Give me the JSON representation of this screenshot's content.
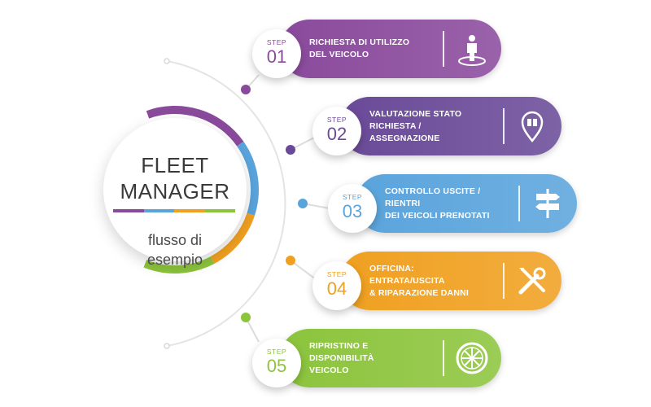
{
  "hub": {
    "title_line1": "FLEET",
    "title_line2": "MANAGER",
    "subtitle_line1": "flusso di",
    "subtitle_line2": "esempio"
  },
  "colors": {
    "purple": "#8a4a9c",
    "violet": "#6a4a98",
    "blue": "#5aa4dc",
    "orange": "#f0a020",
    "green": "#8cc43c"
  },
  "steps": [
    {
      "label": "STEP",
      "number": "01",
      "line1": "RICHIESTA DI UTILIZZO",
      "line2": "DEL VEICOLO",
      "icon": "person-icon",
      "color": "#8a4a9c"
    },
    {
      "label": "STEP",
      "number": "02",
      "line1": "VALUTAZIONE STATO",
      "line2": "RICHIESTA / ASSEGNAZIONE",
      "icon": "map-pin-icon",
      "color": "#6a4a98"
    },
    {
      "label": "STEP",
      "number": "03",
      "line1": "CONTROLLO USCITE / RIENTRI",
      "line2": "DEI VEICOLI PRENOTATI",
      "icon": "signpost-icon",
      "color": "#5aa4dc"
    },
    {
      "label": "STEP",
      "number": "04",
      "line1": "OFFICINA: ENTRATA/USCITA",
      "line2": "& RIPARAZIONE DANNI",
      "icon": "tools-icon",
      "color": "#f0a020"
    },
    {
      "label": "STEP",
      "number": "05",
      "line1": "RIPRISTINO E DISPONIBILITÀ",
      "line2": "VEICOLO",
      "icon": "wheel-icon",
      "color": "#8cc43c"
    }
  ]
}
